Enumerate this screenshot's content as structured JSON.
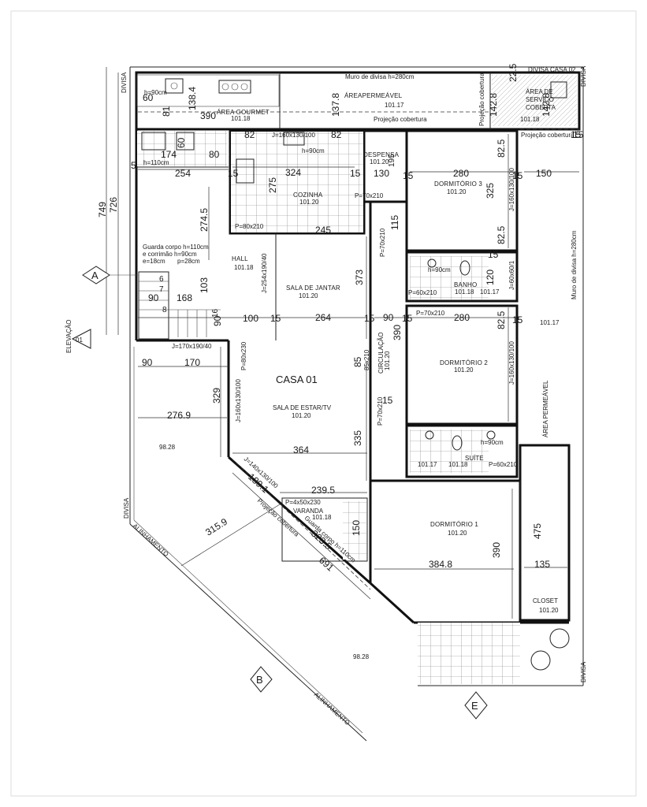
{
  "title": "CASA 01",
  "rooms": {
    "area_gourmet": {
      "name": "ÁREA GOURMET",
      "level": "101.18"
    },
    "area_permeavel_top": {
      "name": "ÁREAPERMEÁVEL",
      "level": "101.17"
    },
    "area_servico": {
      "line1": "ÁREA DE",
      "line2": "SERVIÇO",
      "line3": "COBERTA",
      "level": "101.18"
    },
    "cozinha": {
      "name": "COZINHA",
      "level": "101.20"
    },
    "despensa": {
      "name": "DESPENSA",
      "level": "101.20"
    },
    "dormitorio3": {
      "name": "DORMITÓRIO 3",
      "level": "101.20"
    },
    "hall": {
      "name": "HALL",
      "level": "101.18"
    },
    "sala_jantar": {
      "name": "SALA DE JANTAR",
      "level": "101.20"
    },
    "banho": {
      "name": "BANHO",
      "level": "101.18"
    },
    "circulacao": {
      "name": "CIRCULAÇÃO",
      "level": "101.20"
    },
    "dormitorio2": {
      "name": "DORMITÓRIO 2",
      "level": "101.20"
    },
    "sala_estar": {
      "name": "SALA DE ESTAR/TV",
      "level": "101.20"
    },
    "suite": {
      "name": "SUÍTE",
      "level": "101.17"
    },
    "varanda": {
      "name": "VARANDA",
      "level": "101.18"
    },
    "dormitorio1": {
      "name": "DORMITÓRIO 1",
      "level": "101.20"
    },
    "closet": {
      "name": "CLOSET",
      "level": "101.20"
    }
  },
  "levels": {
    "right_side": "101.17",
    "front_yard": "98.28",
    "front_yard_2": "98.28",
    "banho_2": "101.17",
    "suite_2": "101.18"
  },
  "labels": {
    "divisa": "DIVISA",
    "divisa_casa": "DIVISA CASA 02",
    "muro_top": "Muro de divisa h=280cm",
    "muro_right": "Muro de divisa h=280cm",
    "projecao_cobertura": "Projeção cobertura",
    "projecao_cobertura_right": "Projeção cobertura",
    "projecao_cobertura_diag": "Projeção cobertura",
    "area_permeavel_right": "ÁREA PERMEÁVEL",
    "alinhamento": "ALINHAMENTO",
    "elevacao": "ELEVAÇÃO",
    "guarda_corpo_1": "Guarda corpo h=110cm",
    "guarda_corpo_2": "e corrimão h=90cm",
    "escada_e": "e=18cm",
    "escada_p": "p=28cm",
    "guarda_corpo_diag": "Guarda corpo h=110cm"
  },
  "markers": {
    "a": "A",
    "b": "B",
    "e": "E",
    "elev_num": "01"
  },
  "openings": {
    "j_cozinha": "J=160x130/100",
    "j_hall": "J=254x190/40",
    "j_dorm3": "J=160x130/100",
    "j_dorm2": "J=160x130/100",
    "j_banho": "J=60x60/1",
    "j_escada": "J=170x190/40",
    "j_estar": "J=160x130/100",
    "j_diag": "J=140x130/100",
    "p_cozinha": "P=80x210",
    "p_despensa": "P=70x210",
    "p_circ_top": "P=70x210",
    "p_banho": "P=60x210",
    "p_circ": "P=70x210",
    "p_circ2": "P=70x210",
    "p_estar": "P=80x230",
    "p_suite": "P=60x210",
    "p_varanda": "P=4x50x230",
    "p_corr": "P=70x210",
    "h90_gourmet": "h=90cm",
    "h110": "h=110cm",
    "h90_cozinha": "h=90cm",
    "h90_banho": "h=90cm",
    "h90_suite": "h=90cm",
    "wall_85x210": "85x210"
  },
  "dimensions": {
    "d60": "60",
    "d81": "81",
    "d138_4": "138.4",
    "d390a": "390",
    "d137_8": "137.8",
    "d22_5": "22.5",
    "d142_8a": "142.8",
    "d142_8b": "142.8",
    "d15a": "15",
    "d82a": "82",
    "d82b": "82",
    "d60b": "60",
    "d80": "80",
    "d174": "174",
    "d5a": "5",
    "d254": "254",
    "d15b": "15",
    "d324": "324",
    "d15c": "15",
    "d130": "130",
    "d195": "195",
    "d15d": "15",
    "d280a": "280",
    "d15e": "15",
    "d150a": "150",
    "d82_5a": "82.5",
    "d749": "749",
    "d726": "726",
    "d275": "275",
    "d325": "325",
    "d274_5": "274.5",
    "d245": "245",
    "d115": "115",
    "d82_5b": "82.5",
    "d15f": "15",
    "d103": "103",
    "d120": "120",
    "d373": "373",
    "d90a": "90",
    "d168": "168",
    "d90b": "90",
    "d100": "100",
    "d15g": "15",
    "d264": "264",
    "d15h": "15",
    "d90c": "90",
    "d15i": "15",
    "d280b": "280",
    "d82_5c": "82.5",
    "d15j": "15",
    "d390b": "390",
    "d90d": "90",
    "d170": "170",
    "d85": "85",
    "d329": "329",
    "d15k": "15",
    "d276_9": "276.9",
    "d335": "335",
    "d364": "364",
    "d189_1": "189.1",
    "d239_5": "239.5",
    "d315_9": "315.9",
    "d150b": "150",
    "d323_5": "323.5",
    "d691": "691",
    "d475": "475",
    "d390c": "390",
    "d384_8": "384.8",
    "d135": "135",
    "d15l": "15",
    "d6": "6",
    "d7": "7",
    "d8": "8",
    "d16": "16"
  }
}
